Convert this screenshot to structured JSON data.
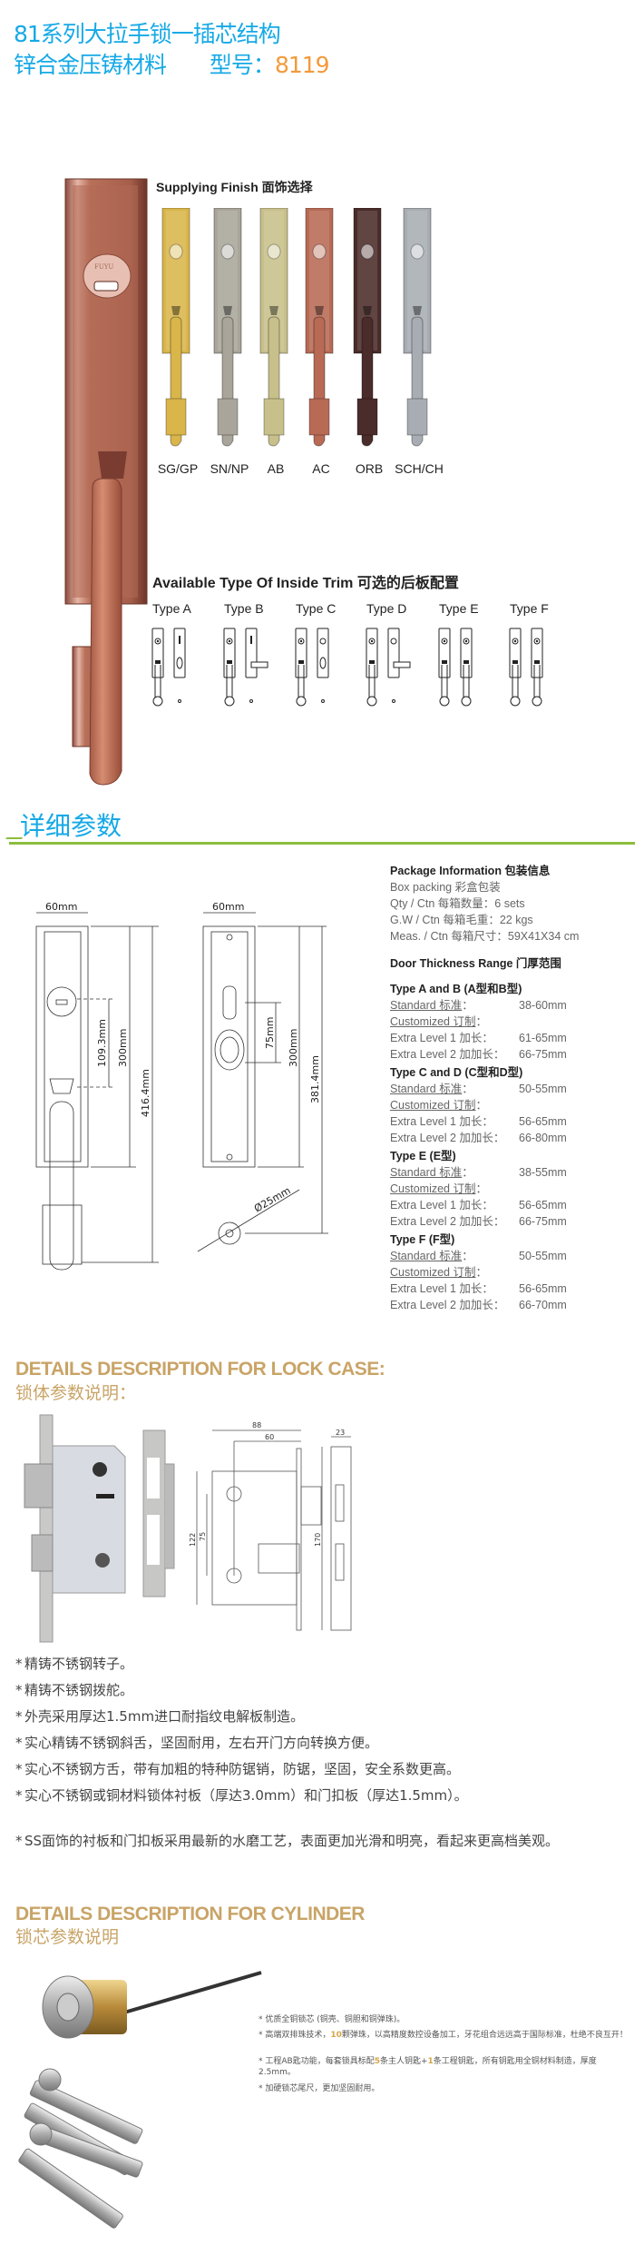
{
  "header": {
    "line1": "81系列大拉手锁一插芯结构",
    "line2_prefix": "锌合金压铸材料",
    "model_label": "型号：",
    "model_number": "8119"
  },
  "main_product": {
    "logo_text": "FUYU",
    "finish_color": "#b8715a"
  },
  "supplying_finish": {
    "title": "Supplying Finish 面饰选择",
    "items": [
      {
        "label": "SG/GP",
        "color": "#d9b54a"
      },
      {
        "label": "SN/NP",
        "color": "#a9a59a"
      },
      {
        "label": "AB",
        "color": "#c8c08a"
      },
      {
        "label": "AC",
        "color": "#b86a55"
      },
      {
        "label": "ORB",
        "color": "#4a2c2a"
      },
      {
        "label": "SCH/CH",
        "color": "#a8adb3"
      }
    ]
  },
  "inside_trim": {
    "title": "Available Type Of Inside Trim  可选的后板配置",
    "types": [
      {
        "label": "Type A",
        "inside": "knob"
      },
      {
        "label": "Type B",
        "inside": "lever"
      },
      {
        "label": "Type C",
        "inside": "knob"
      },
      {
        "label": "Type D",
        "inside": "lever"
      },
      {
        "label": "Type E",
        "inside": "handle"
      },
      {
        "label": "Type F",
        "inside": "handle"
      }
    ]
  },
  "details": {
    "title": "详细参数",
    "drawing_outside": {
      "width": "60mm",
      "cyl_to_thumb": "109.3mm",
      "plate": "300mm",
      "total": "416.4mm"
    },
    "drawing_inside": {
      "width": "60mm",
      "spacing": "75mm",
      "plate": "300mm",
      "total": "381.4mm",
      "rose": "Ø25mm"
    }
  },
  "package": {
    "title": "Package  Information 包装信息",
    "lines": [
      "Box packing 彩盒包装",
      "Qty / Ctn 每箱数量：6 sets",
      "G.W / Ctn 每箱毛重：22 kgs",
      "Meas. / Ctn 每箱尺寸：59X41X34 cm"
    ]
  },
  "door_thickness": {
    "title": "Door Thickness Range 门厚范围",
    "groups": [
      {
        "heading": "Type A and B (A型和B型)",
        "rows": [
          [
            "Standard 标准：",
            "38-60mm"
          ],
          [
            "Customized 订制：",
            ""
          ],
          [
            "Extra Level 1 加长：",
            "61-65mm"
          ],
          [
            "Extra Level 2 加加长：",
            "66-75mm"
          ]
        ]
      },
      {
        "heading": "Type C and D (C型和D型)",
        "rows": [
          [
            "Standard 标准：",
            "50-55mm"
          ],
          [
            "Customized 订制：",
            ""
          ],
          [
            "Extra Level 1 加长：",
            "56-65mm"
          ],
          [
            "Extra Level 2 加加长：",
            "66-80mm"
          ]
        ]
      },
      {
        "heading": "Type E (E型)",
        "rows": [
          [
            "Standard 标准：",
            "38-55mm"
          ],
          [
            "Customized 订制：",
            ""
          ],
          [
            "Extra Level 1 加长：",
            "56-65mm"
          ],
          [
            "Extra Level 2 加加长：",
            "66-75mm"
          ]
        ]
      },
      {
        "heading": "Type F (F型)",
        "rows": [
          [
            "Standard 标准：",
            "50-55mm"
          ],
          [
            "Customized 订制：",
            ""
          ],
          [
            "Extra Level 1 加长：",
            "56-65mm"
          ],
          [
            "Extra Level 2 加加长：",
            "66-70mm"
          ]
        ]
      }
    ]
  },
  "lock_case": {
    "title_en": "DETAILS DESCRIPTION FOR LOCK CASE:",
    "title_cn": "锁体参数说明：",
    "dims": {
      "width": "88",
      "backset": "60",
      "height": "122",
      "spacing": "75",
      "faceplate_height": "170",
      "faceplate_width": "23"
    },
    "bullets": [
      "精铸不锈钢转子。",
      "精铸不锈钢拨舵。",
      "外壳采用厚达1.5mm进口耐指纹电解板制造。",
      "实心精铸不锈钢斜舌，坚固耐用，左右开门方向转换方便。",
      "实心不锈钢方舌，带有加粗的特种防锯销，防锯，坚固，安全系数更高。",
      "实心不锈钢或铜材料锁体衬板（厚达3.0mm）和门扣板（厚达1.5mm）。",
      "SS面饰的衬板和门扣板采用最新的水磨工艺，表面更加光滑和明亮，看起来更高档美观。"
    ]
  },
  "cylinder": {
    "title_en": "DETAILS DESCRIPTION FOR CYLINDER",
    "title_cn": "锁芯参数说明",
    "bullets": [
      {
        "parts": [
          "优质全铜锁芯 (铜壳、铜胆和铜弹珠)。"
        ]
      },
      {
        "parts": [
          "高端双排珠技术，",
          "10",
          "颗弹珠，以高精度数控设备加工，牙花组合远远高于国际标准，杜绝不良互开！"
        ]
      },
      {
        "parts": [
          "工程AB匙功能，每套锁具标配",
          "5",
          "条主人钥匙+",
          "1",
          "条工程钥匙，所有钥匙用全铜材料制造，厚度2.5mm。"
        ]
      },
      {
        "parts": [
          "加硬锁芯尾尺，更加坚固耐用。"
        ]
      }
    ]
  }
}
